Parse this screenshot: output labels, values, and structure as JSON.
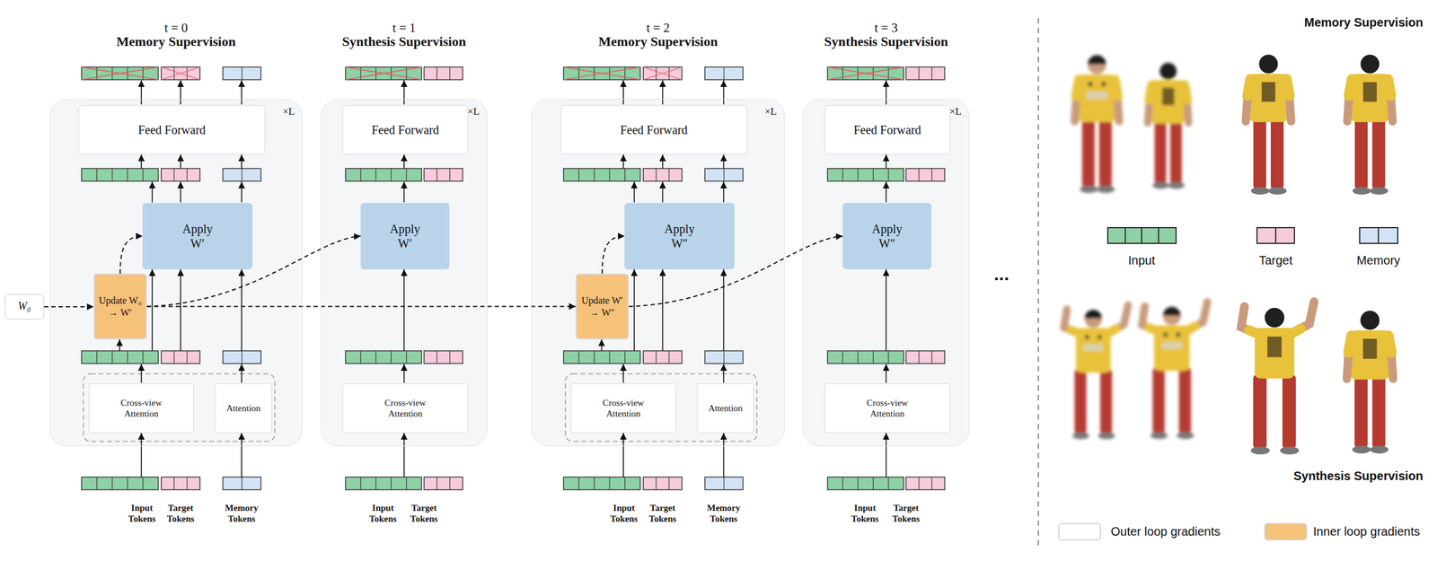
{
  "diagram": {
    "nodes": [
      {
        "text": [
          "W₀"
        ]
      },
      {
        "text": [
          "t = 0",
          "Memory Supervision",
          "×L"
        ]
      },
      {
        "text": [
          "Feed Forward"
        ],
        "in": 1
      },
      {
        "text": [
          "Apply W′"
        ],
        "in": 1
      },
      {
        "text": [
          "Update W₀ → W′"
        ],
        "in": 1
      },
      {
        "text": [
          "Cross-view Attention"
        ],
        "in": 1
      },
      {
        "text": [
          "Attention"
        ],
        "in": 1
      },
      {
        "text": [
          "t = 1",
          "Synthesis Supervision",
          "×L"
        ]
      },
      {
        "text": [
          "Feed Forward"
        ],
        "in": 7
      },
      {
        "text": [
          "Apply W′"
        ],
        "in": 7
      },
      {
        "text": [
          "Cross-view Attention"
        ],
        "in": 7
      },
      {
        "text": [
          "t = 2",
          "Memory Supervision",
          "×L"
        ]
      },
      {
        "text": [
          "Feed Forward"
        ],
        "in": 11
      },
      {
        "text": [
          "Apply W″"
        ],
        "in": 11
      },
      {
        "text": [
          "Update W′ → W″"
        ],
        "in": 11
      },
      {
        "text": [
          "Cross-view Attention"
        ],
        "in": 11
      },
      {
        "text": [
          "Attention"
        ],
        "in": 11
      },
      {
        "text": [
          "t = 3",
          "Synthesis Supervision",
          "×L"
        ]
      },
      {
        "text": [
          "Feed Forward"
        ],
        "in": 17
      },
      {
        "text": [
          "Apply W″"
        ],
        "in": 17
      },
      {
        "text": [
          "Cross-view Attention"
        ],
        "in": 17
      }
    ],
    "edges": [
      {
        "from": 0,
        "to": 4,
        "arrow": "to"
      },
      {
        "from": 4,
        "to": 3,
        "arrow": "to"
      },
      {
        "from": 4,
        "to": 9,
        "arrow": "to"
      },
      {
        "from": 4,
        "to": 14,
        "arrow": "to"
      },
      {
        "from": 14,
        "to": 13,
        "arrow": "to"
      },
      {
        "from": 14,
        "to": 19,
        "arrow": "to"
      }
    ],
    "labels": [
      "Input Tokens",
      "Target Tokens",
      "Memory Tokens",
      "Input Tokens",
      "Target Tokens",
      "Input Tokens",
      "Target Tokens",
      "Memory Tokens",
      "Input Tokens",
      "Target Tokens",
      "...",
      "Memory Supervision",
      "Synthesis Supervision"
    ],
    "legend": [
      {
        "text": "Input",
        "color": "#8dd1a5"
      },
      {
        "text": "Target",
        "color": "#f6cbdc"
      },
      {
        "text": "Memory",
        "color": "#d3e3f6"
      },
      {
        "text": "Outer loop gradients",
        "color": "#ffffff"
      },
      {
        "text": "Inner loop gradients",
        "color": "#f6c27a"
      }
    ]
  }
}
